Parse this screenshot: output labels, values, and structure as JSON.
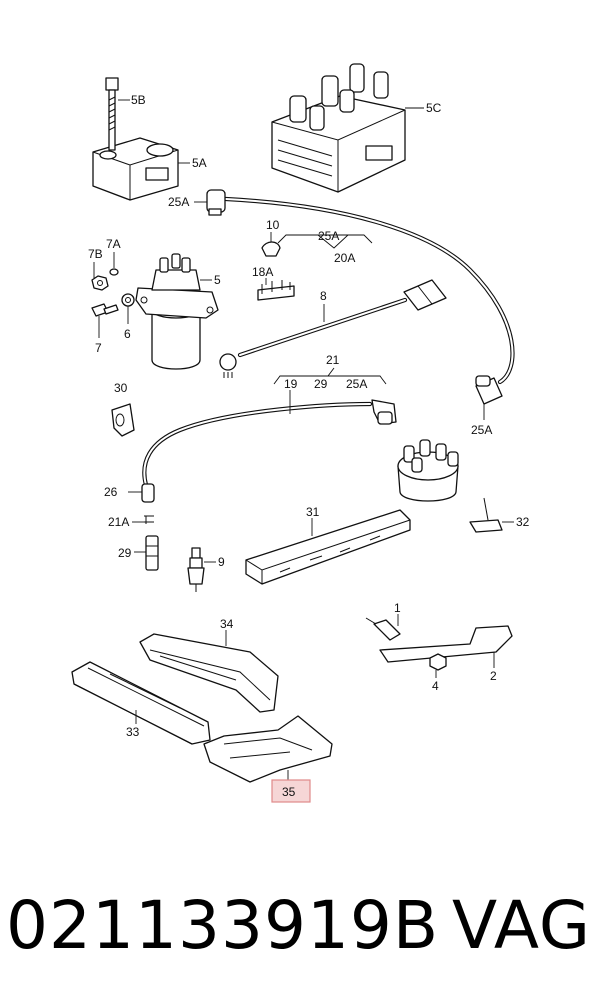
{
  "callouts": {
    "c5B": "5B",
    "c5A": "5A",
    "c5C": "5C",
    "c25A_top": "25A",
    "c10": "10",
    "c25A_group": "25A",
    "c20A": "20A",
    "c7B": "7B",
    "c7A": "7A",
    "c5": "5",
    "c18A": "18A",
    "c8": "8",
    "c7": "7",
    "c6": "6",
    "c21": "21",
    "c19": "19",
    "c29_group": "29",
    "c25A_group2": "25A",
    "c30": "30",
    "c25A_right": "25A",
    "c26": "26",
    "c21A": "21A",
    "c29": "29",
    "c9": "9",
    "c31": "31",
    "c32": "32",
    "c1": "1",
    "c4": "4",
    "c2": "2",
    "c34": "34",
    "c33": "33",
    "c35": "35"
  },
  "highlight_color": "#e08a8a",
  "footer": {
    "part_number": "021133919B",
    "brand": "VAG"
  }
}
